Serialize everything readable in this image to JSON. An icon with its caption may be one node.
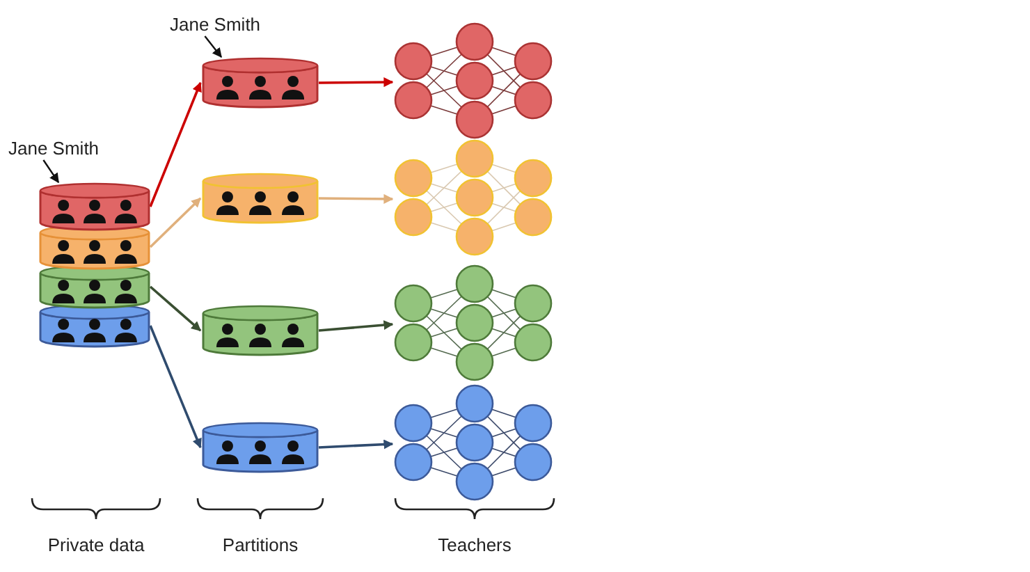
{
  "diagram": {
    "nodes": [
      {
        "text": [
          "Jane Smith"
        ]
      },
      {
        "text": [
          "Jane Smith"
        ]
      },
      {
        "text": [],
        "shape": "cylinder"
      },
      {
        "text": [],
        "shape": "cylinder"
      },
      {
        "text": [],
        "shape": "cylinder"
      },
      {
        "text": [],
        "shape": "cylinder"
      },
      {
        "text": [],
        "shape": "cylinder"
      },
      {
        "text": [],
        "shape": "cylinder"
      },
      {
        "text": [],
        "shape": "cylinder"
      },
      {
        "text": [],
        "shape": "cylinder"
      },
      {
        "text": [],
        "shape": "picture"
      },
      {
        "text": [],
        "shape": "picture"
      },
      {
        "text": [],
        "shape": "picture"
      },
      {
        "text": [],
        "shape": "picture"
      }
    ],
    "edges": [
      {
        "from": 0,
        "to": 2,
        "arrow": "to"
      },
      {
        "from": 1,
        "to": 6,
        "arrow": "to"
      },
      {
        "from": 2,
        "to": 6,
        "arrow": "to",
        "color": "#cc0000"
      },
      {
        "from": 3,
        "to": 7,
        "arrow": "to",
        "color": "#e0b07c"
      },
      {
        "from": 4,
        "to": 8,
        "arrow": "to",
        "color": "#3a4f32"
      },
      {
        "from": 5,
        "to": 9,
        "arrow": "to",
        "color": "#2f4b6e"
      },
      {
        "from": 6,
        "to": 10,
        "arrow": "to",
        "color": "#cc0000"
      },
      {
        "from": 7,
        "to": 11,
        "arrow": "to",
        "color": "#e0b07c"
      },
      {
        "from": 8,
        "to": 12,
        "arrow": "to",
        "color": "#3a4f32"
      },
      {
        "from": 9,
        "to": 13,
        "arrow": "to",
        "color": "#2f4b6e"
      }
    ],
    "labels": [
      "Private data",
      "Partitions",
      "Teachers"
    ]
  }
}
